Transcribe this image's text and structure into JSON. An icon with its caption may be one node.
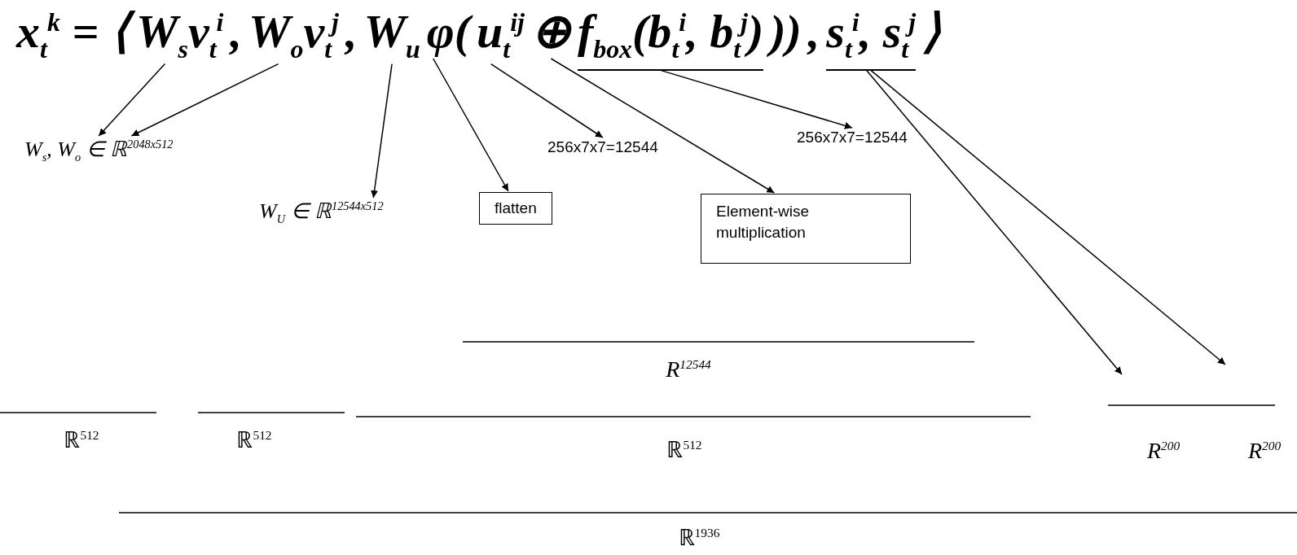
{
  "diagram": {
    "nodes": [
      {
        "text": [
          "W$_{s}$v$_{t}$$^{i}$"
        ]
      },
      {
        "text": [
          "W$_{o}$v$_{t}$$^{j}$"
        ]
      },
      {
        "text": [
          "W$_{u}$"
        ]
      },
      {
        "text": [
          "φ("
        ]
      },
      {
        "text": [
          "u$_{t}$$^{ij}$"
        ]
      },
      {
        "text": [
          "⊕"
        ]
      },
      {
        "text": [
          "f$_{box}$(b$_{t}$$^{i}$, b$_{t}$$^{j}$)"
        ]
      },
      {
        "text": [
          "s$_{t}$$^{i}$, s$_{t}$$^{j}$"
        ]
      },
      {
        "text": [
          "W$_{s}$, W$_{o}$ ∈  ℝ$^{2048x512}$"
        ]
      },
      {
        "text": [
          "W$_{U}$ ∈ ℝ$^{12544x512}$"
        ]
      },
      {
        "text": [
          "flatten"
        ]
      },
      {
        "text": [
          "256x7x7=12544"
        ]
      },
      {
        "text": [
          "Element-wise multiplication"
        ]
      },
      {
        "text": [
          "256x7x7=12544"
        ]
      }
    ],
    "edges": [
      {
        "from": 0,
        "to": 8,
        "arrow": "to"
      },
      {
        "from": 1,
        "to": 8,
        "arrow": "to"
      },
      {
        "from": 2,
        "to": 9,
        "arrow": "to"
      },
      {
        "from": 3,
        "to": 10,
        "arrow": "to"
      },
      {
        "from": 4,
        "to": 11,
        "arrow": "to"
      },
      {
        "from": 5,
        "to": 12,
        "arrow": "to"
      },
      {
        "from": 6,
        "to": 13,
        "arrow": "to"
      },
      {
        "from": 7,
        "to": null,
        "arrow": "to"
      },
      {
        "from": 7,
        "to": null,
        "arrow": "to"
      }
    ],
    "labels": [
      "x$_{t}$$^{k}$ = ⟨",
      ",",
      ",",
      "))",
      ",",
      "⟩",
      "R$^{12544}$",
      "ℝ$^{512}$",
      "ℝ$^{512}$",
      "ℝ$^{512}$",
      "R$^{200}$",
      "R$^{200}$",
      "ℝ$^{1936}$"
    ]
  }
}
